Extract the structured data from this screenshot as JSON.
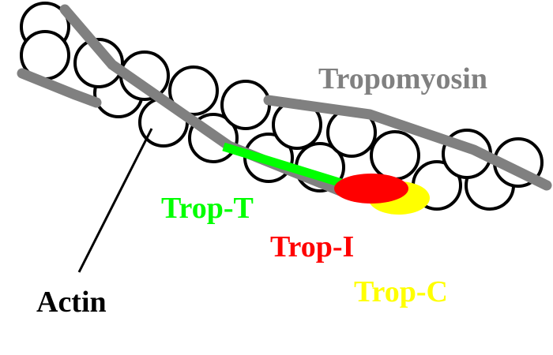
{
  "labels": {
    "tropomyosin": "Tropomyosin",
    "trop_t": "Trop-T",
    "trop_i": "Trop-I",
    "trop_c": "Trop-C",
    "actin": "Actin"
  },
  "colors": {
    "tropomyosin": "#808080",
    "trop_t": "#00ff00",
    "trop_i": "#ff0000",
    "trop_c": "#ffff00",
    "actin": "#000000"
  }
}
